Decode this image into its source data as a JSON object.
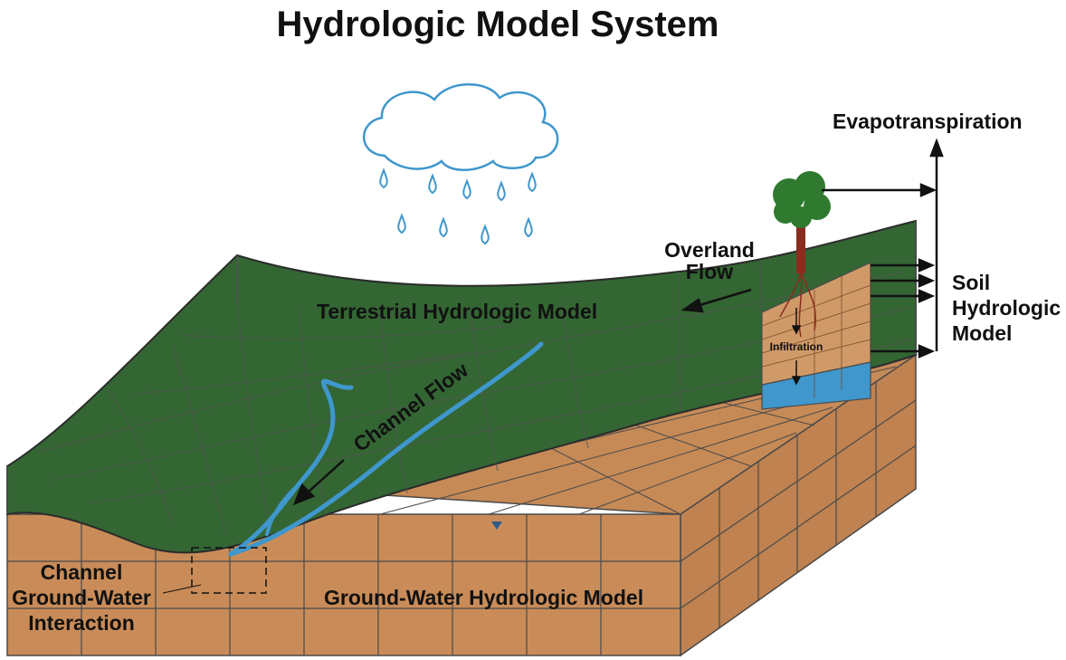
{
  "title": "Hydrologic Model System",
  "labels": {
    "evapotranspiration": "Evapotranspiration",
    "overland_flow_line1": "Overland",
    "overland_flow_line2": "Flow",
    "soil_line1": "Soil",
    "soil_line2": "Hydrologic",
    "soil_line3": "Model",
    "terrestrial": "Terrestrial Hydrologic Model",
    "infiltration": "Infiltration",
    "channel_flow": "Channel Flow",
    "channel_gw_line1": "Channel",
    "channel_gw_line2": "Ground-Water",
    "channel_gw_line3": "Interaction",
    "groundwater": "Ground-Water Hydrologic Model"
  },
  "colors": {
    "land": "#336633",
    "soil": "#c68a57",
    "soil_light": "#d09a68",
    "water": "#3f97cc",
    "grid": "#4a4a4a",
    "trunk": "#8b2d1e",
    "tree": "#2f7a2f"
  },
  "icons": [
    "cloud-icon",
    "raindrop-icon",
    "tree-icon",
    "arrow-icon"
  ]
}
